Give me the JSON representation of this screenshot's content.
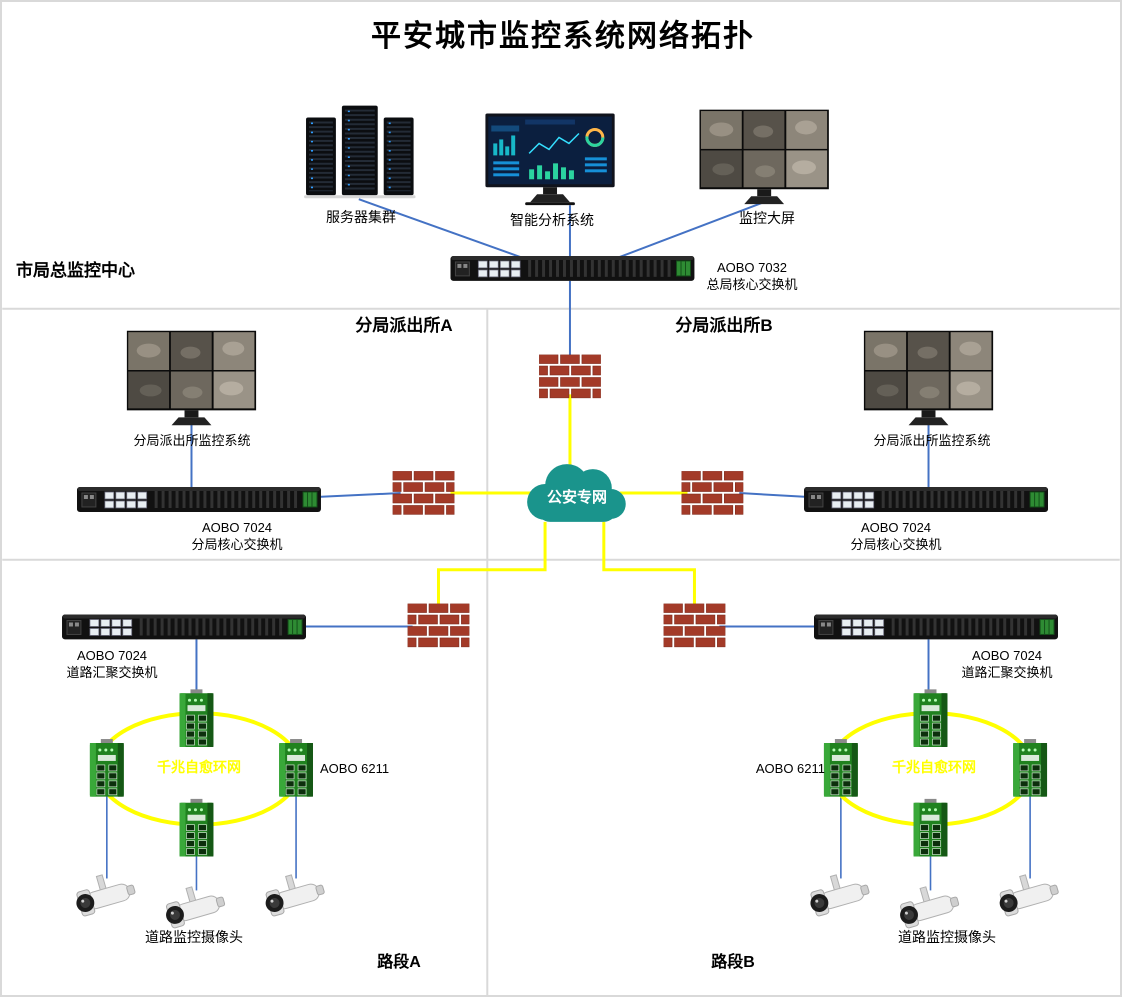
{
  "title": "平安城市监控系统网络拓扑",
  "hq": {
    "section_label": "市局总监控中心",
    "server_cluster": "服务器集群",
    "analysis_system": "智能分析系统",
    "big_screen": "监控大屏",
    "switch_model": "AOBO 7032",
    "switch_name": "总局核心交换机"
  },
  "cloud": {
    "label": "公安专网"
  },
  "branch_a": {
    "section_label": "分局派出所A",
    "monitor": "分局派出所监控系统",
    "switch_model": "AOBO 7024",
    "switch_name": "分局核心交换机"
  },
  "branch_b": {
    "section_label": "分局派出所B",
    "monitor": "分局派出所监控系统",
    "switch_model": "AOBO 7024",
    "switch_name": "分局核心交换机"
  },
  "road_a": {
    "section_label": "路段A",
    "switch_model": "AOBO 7024",
    "switch_name": "道路汇聚交换机",
    "ring": "千兆自愈环网",
    "ring_switch": "AOBO 6211",
    "cameras": "道路监控摄像头"
  },
  "road_b": {
    "section_label": "路段B",
    "switch_model": "AOBO 7024",
    "switch_name": "道路汇聚交换机",
    "ring": "千兆自愈环网",
    "ring_switch": "AOBO 6211",
    "cameras": "道路监控摄像头"
  },
  "colors": {
    "link_blue": "#4472c4",
    "link_yellow": "#ffff00",
    "ring_yellow": "#ffff00",
    "brick_red": "#a33a28",
    "cloud_fill": "#1a948c"
  }
}
